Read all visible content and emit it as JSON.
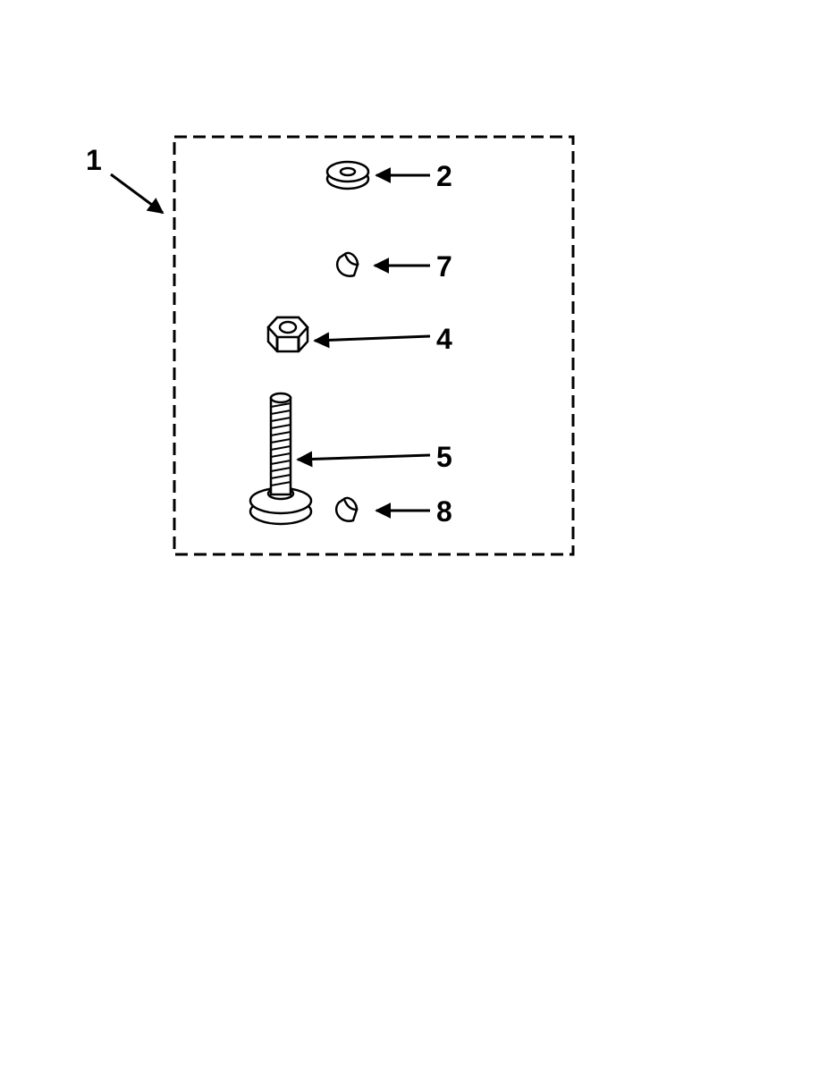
{
  "callouts": {
    "kit": "1",
    "washer": "2",
    "clip_top": "7",
    "nut": "4",
    "bolt": "5",
    "clip_bottom": "8"
  },
  "icons": [
    "kit-border",
    "washer-icon",
    "clip-icon",
    "hex-nut-icon",
    "leveling-bolt-icon"
  ],
  "colors": {
    "ink": "#000000",
    "paper": "#ffffff"
  }
}
